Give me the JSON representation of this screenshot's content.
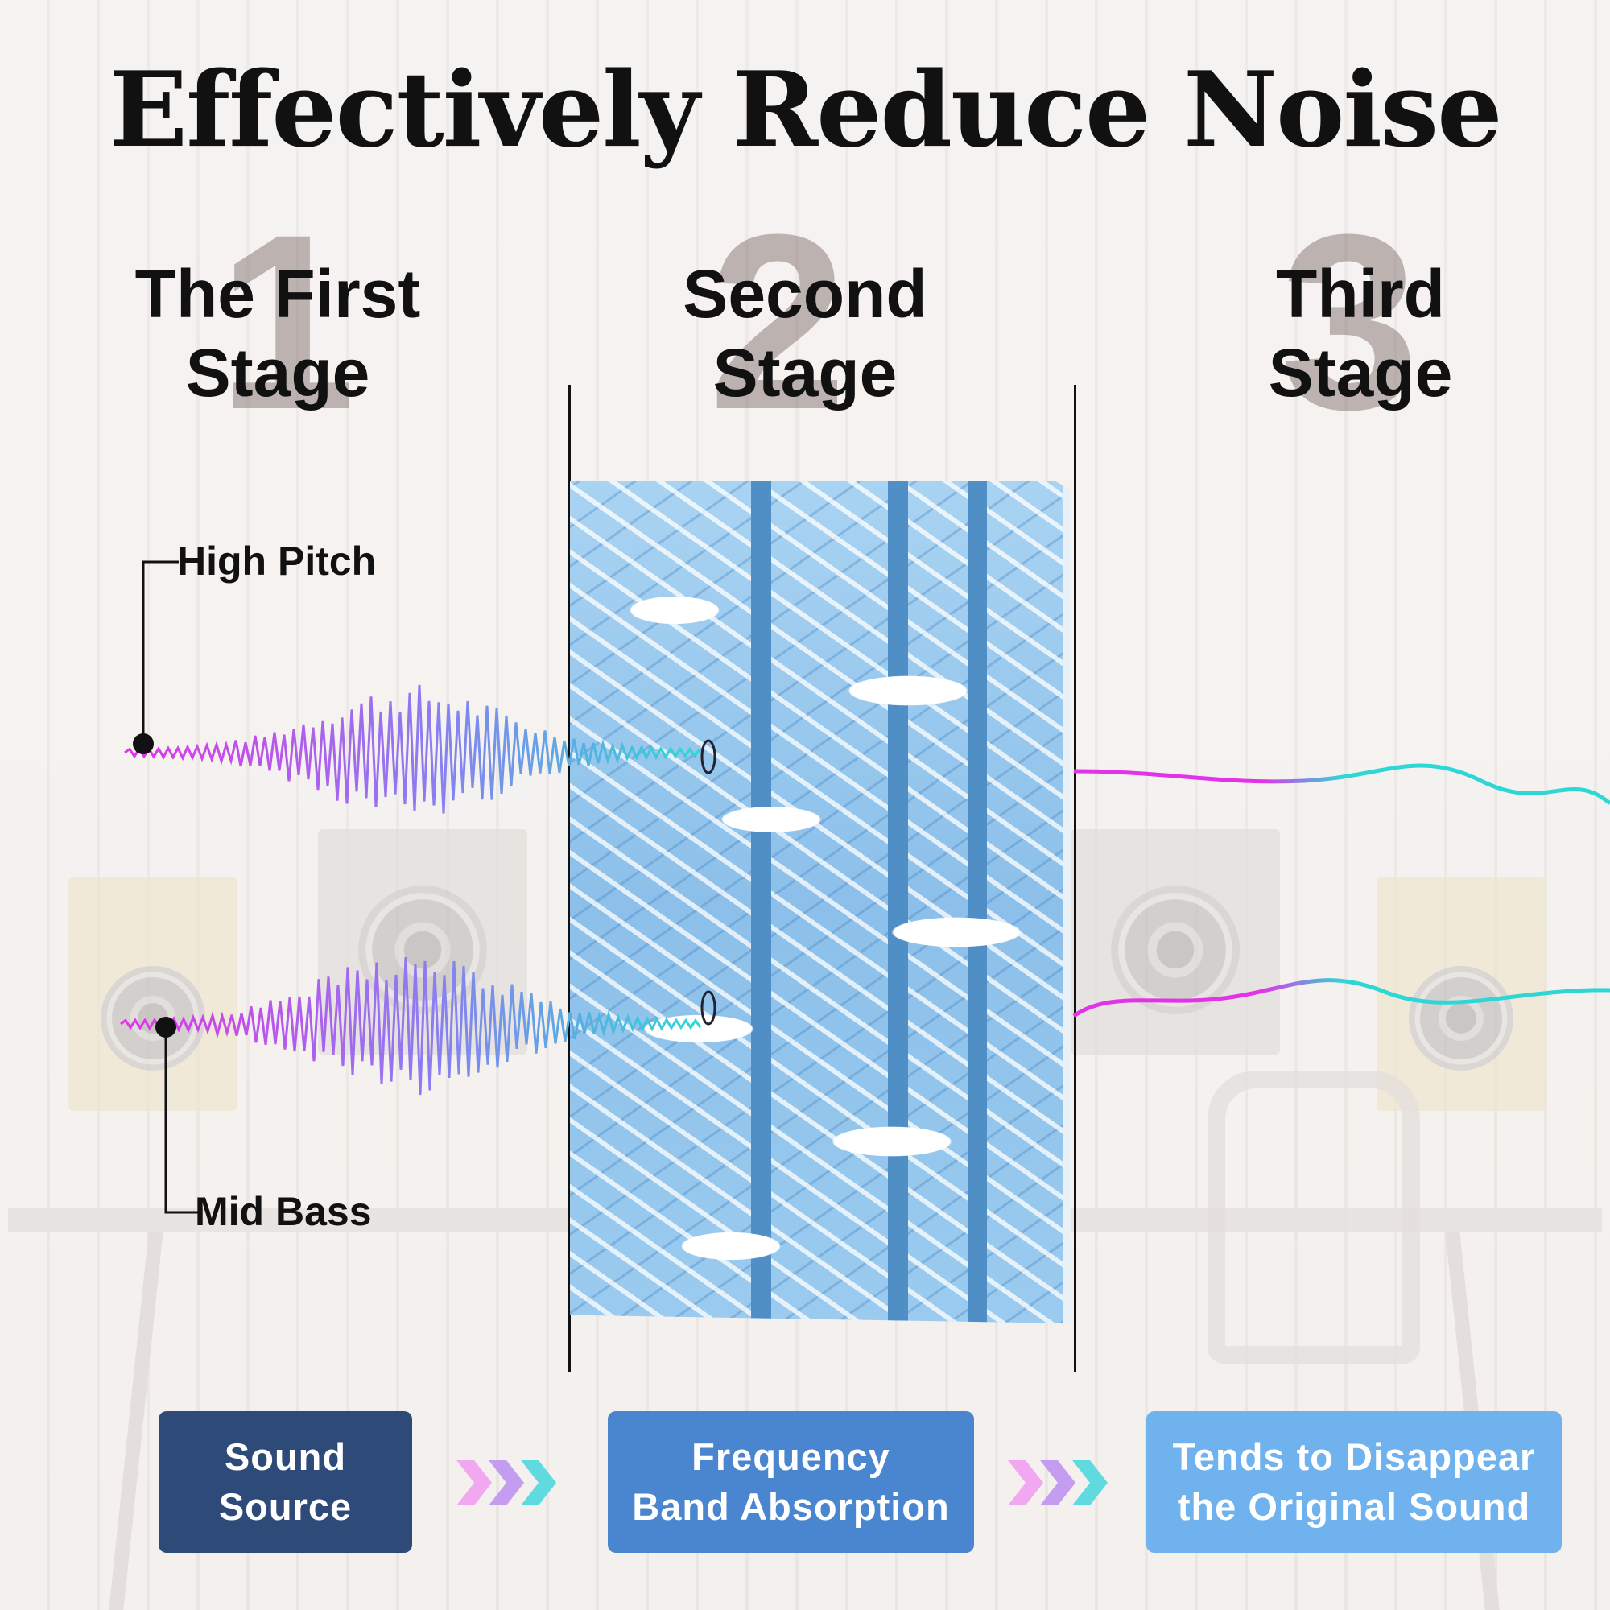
{
  "title": "Effectively Reduce Noise",
  "stages": [
    {
      "number": "1",
      "line1": "The First",
      "line2": "Stage"
    },
    {
      "number": "2",
      "line1": "Second",
      "line2": "Stage"
    },
    {
      "number": "3",
      "line1": "Third",
      "line2": "Stage"
    }
  ],
  "labels": {
    "high": "High Pitch",
    "mid": "Mid Bass"
  },
  "flow": [
    {
      "line1": "Sound",
      "line2": "Source",
      "color": "#2e4a78"
    },
    {
      "line1": "Frequency",
      "line2": "Band Absorption",
      "color": "#4a86cf"
    },
    {
      "line1": "Tends to Disappear",
      "line2": "the Original Sound",
      "color": "#6fb2ee"
    }
  ],
  "colors": {
    "wave_start": "#e233e8",
    "wave_end": "#2fd6d6"
  }
}
